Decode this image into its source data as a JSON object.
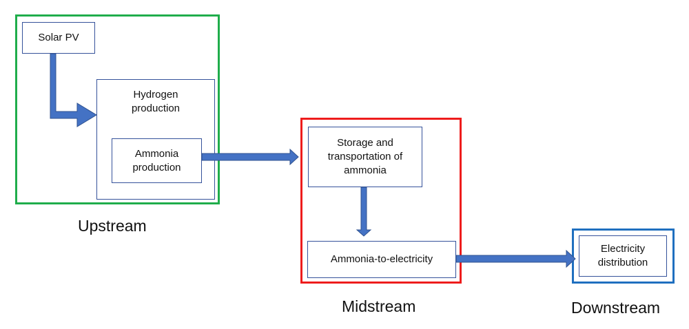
{
  "stages": {
    "upstream": {
      "label": "Upstream",
      "color": "#1fad4b"
    },
    "midstream": {
      "label": "Midstream",
      "color": "#ee1c1c"
    },
    "downstream": {
      "label": "Downstream",
      "color": "#1f6fbf"
    }
  },
  "nodes": {
    "solar_pv": "Solar PV",
    "hydrogen_production": "Hydrogen production",
    "ammonia_production": "Ammonia production",
    "storage_transport": "Storage and transportation of ammonia",
    "ammonia_to_electricity": "Ammonia-to-electricity",
    "electricity_distribution": "Electricity distribution"
  },
  "edges": [
    {
      "from": "solar_pv",
      "to": "hydrogen_production"
    },
    {
      "from": "ammonia_production",
      "to": "storage_transport"
    },
    {
      "from": "storage_transport",
      "to": "ammonia_to_electricity"
    },
    {
      "from": "ammonia_to_electricity",
      "to": "electricity_distribution"
    }
  ],
  "arrow_color": "#4472c4"
}
